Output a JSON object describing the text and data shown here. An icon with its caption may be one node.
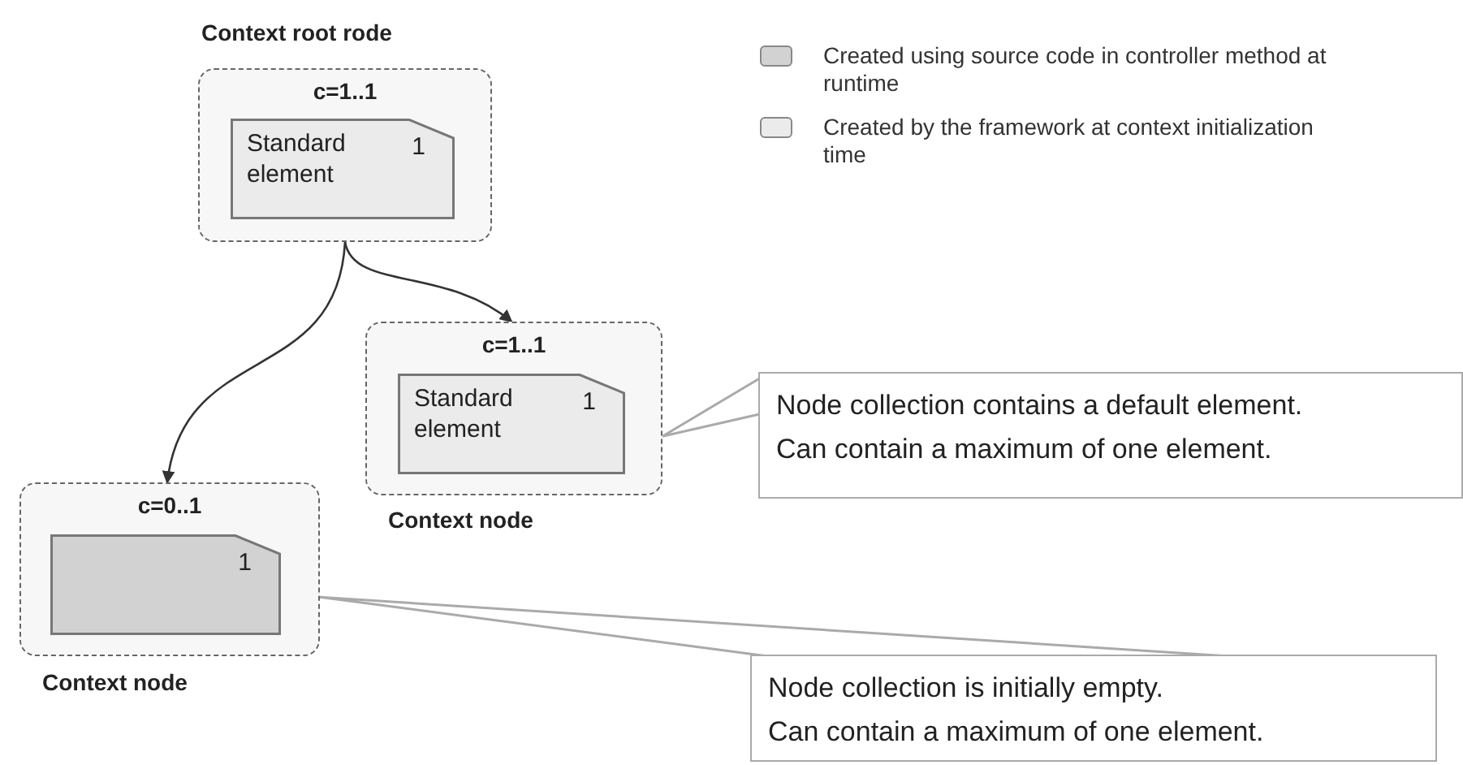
{
  "diagram": {
    "nodes": [
      {
        "text": [
          "Context root rode",
          "c=1..1"
        ]
      },
      {
        "text": [
          "Standard element",
          "1"
        ],
        "in": 0
      },
      {
        "text": [
          "c=1..1",
          "Context node"
        ]
      },
      {
        "text": [
          "Standard element",
          "1"
        ],
        "in": 2
      },
      {
        "text": [
          "c=0..1",
          "Context node"
        ]
      },
      {
        "text": [
          "1"
        ],
        "in": 4
      },
      {
        "text": [
          "Node collection contains a default element.",
          "Can contain a maximum of one element."
        ]
      },
      {
        "text": [
          "Node collection is initially empty.",
          "Can contain a maximum of one element."
        ]
      }
    ],
    "edges": [
      {
        "from": 0,
        "to": 2,
        "arrow": "to"
      },
      {
        "from": 0,
        "to": 4,
        "arrow": "to"
      },
      {
        "from": 6,
        "to": 2,
        "arrow": "none",
        "color": "#aaaaaa"
      },
      {
        "from": 7,
        "to": 4,
        "arrow": "none",
        "color": "#aaaaaa"
      }
    ],
    "legend": [
      {
        "text": "Created using source code in controller method at runtime",
        "color": "#d2d2d2"
      },
      {
        "text": "Created by the framework at context initialization time",
        "color": "#ebebeb"
      }
    ]
  }
}
